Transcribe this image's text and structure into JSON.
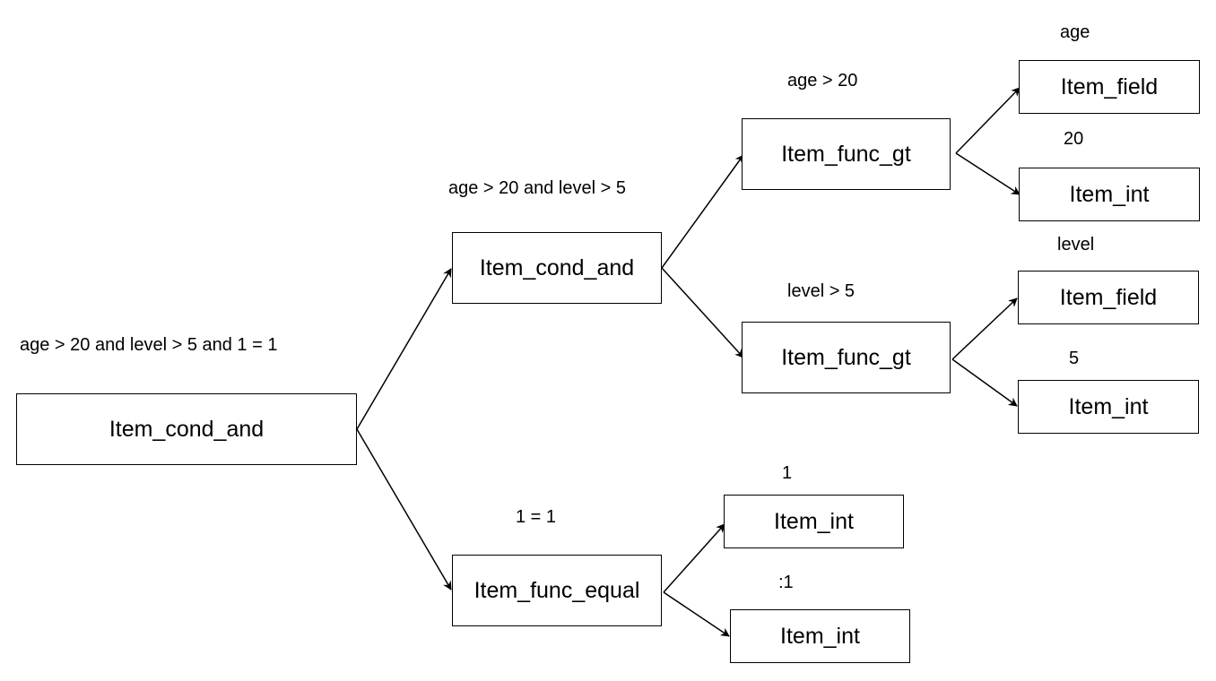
{
  "nodes": {
    "root": "Item_cond_and",
    "cond_and": "Item_cond_and",
    "func_equal": "Item_func_equal",
    "func_gt_age": "Item_func_gt",
    "func_gt_level": "Item_func_gt",
    "field_age": "Item_field",
    "int_20": "Item_int",
    "field_level": "Item_field",
    "int_5": "Item_int",
    "int_1a": "Item_int",
    "int_1b": "Item_int"
  },
  "labels": {
    "root": "age > 20 and level > 5 and 1 = 1",
    "cond_and": "age > 20 and level > 5",
    "func_equal": "1 = 1",
    "func_gt_age": "age > 20",
    "func_gt_level": "level > 5",
    "field_age": "age",
    "int_20": "20",
    "field_level": "level",
    "int_5": "5",
    "int_1a": "1",
    "int_1b": ":1"
  }
}
